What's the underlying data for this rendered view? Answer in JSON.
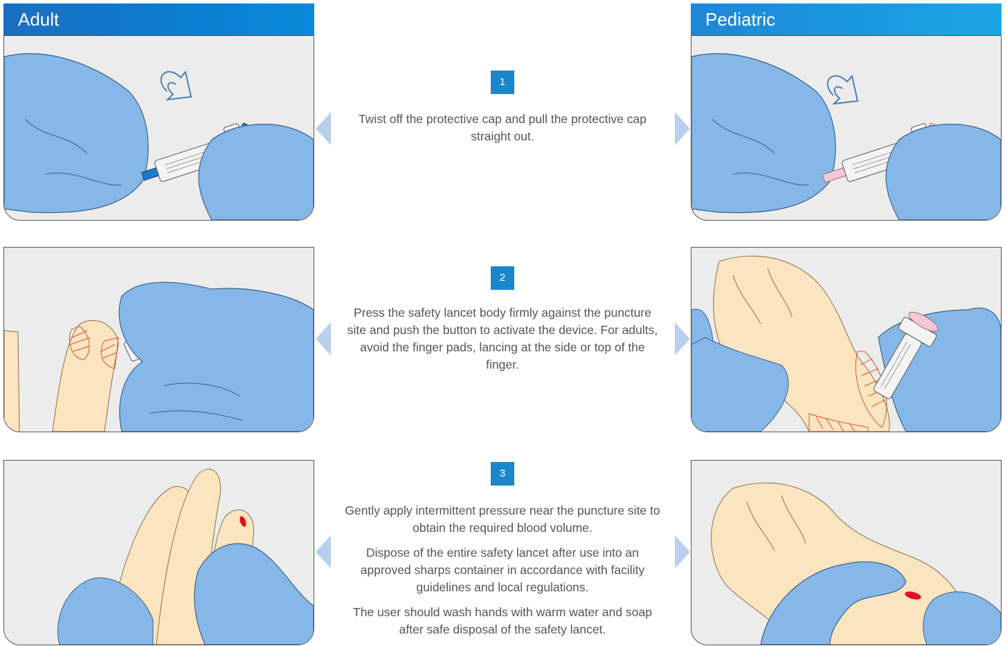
{
  "headers": {
    "adult": "Adult",
    "pediatric": "Pediatric"
  },
  "steps": [
    {
      "number": "1",
      "paragraphs": [
        "Twist off the protective cap and pull the protective cap straight out."
      ]
    },
    {
      "number": "2",
      "paragraphs": [
        "Press the safety lancet body firmly against the puncture site and push the button to activate the device. For adults, avoid the finger pads, lancing at the side or top of the finger."
      ]
    },
    {
      "number": "3",
      "paragraphs": [
        "Gently apply intermittent pressure near the puncture site to obtain the required blood volume.",
        "Dispose of the entire safety lancet after use into an approved sharps container in accordance with facility guidelines and local regulations.",
        "The user should wash hands with warm water and soap after safe disposal of the safety lancet."
      ]
    }
  ],
  "colors": {
    "glove": "#85b8e8",
    "skin": "#fbe4c0",
    "adult_cap": "#1b7ccc",
    "pediatric_cap": "#f4c8d4",
    "blood": "#e0101e",
    "hatch": "#d9532e",
    "header_adult": "#0b7dd0",
    "header_pediatric": "#1a9ae0",
    "step_badge": "#1a86cc"
  }
}
